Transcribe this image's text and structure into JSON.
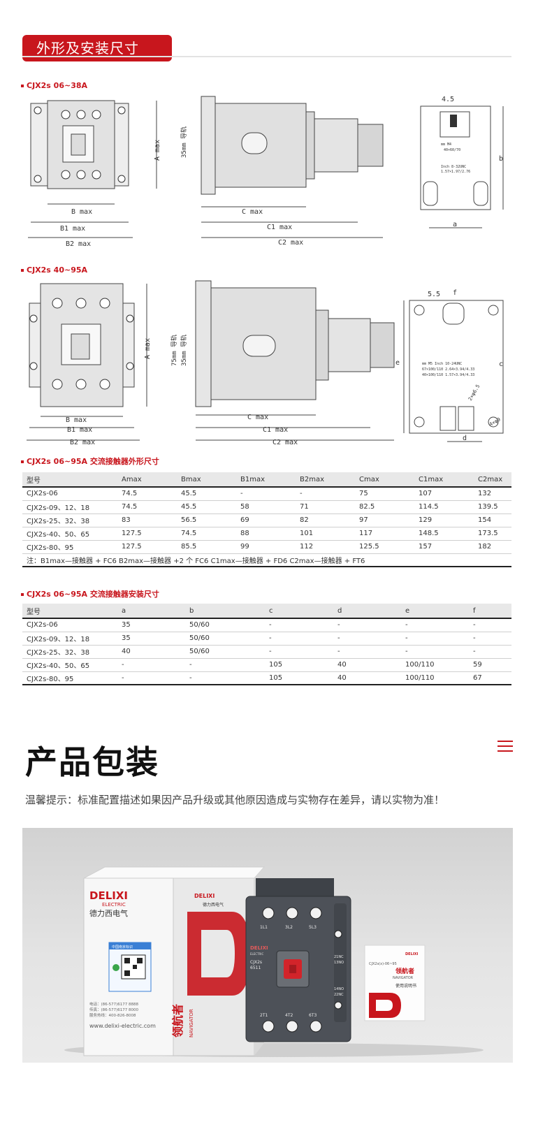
{
  "header": {
    "title": "外形及安装尺寸"
  },
  "drawings": {
    "small": {
      "label": "CJX2s 06~38A",
      "dims": {
        "a_max": "A max",
        "b_max": "B max",
        "b1_max": "B1 max",
        "b2_max": "B2 max",
        "c_max": "C max",
        "c1_max": "C1 max",
        "c2_max": "C2 max",
        "rail": "35mm 导轨",
        "d45": "4.5",
        "a": "a",
        "b": "b",
        "plate_line1": "mm        M4",
        "plate_line2": "40×60/70",
        "plate_line3": "Inch  8-32UNC",
        "plate_line4": "1.57×1.97/2.76"
      }
    },
    "large": {
      "label": "CJX2s 40~95A",
      "dims": {
        "a_max": "A max",
        "b_max": "B max",
        "b1_max": "B1 max",
        "b2_max": "B2 max",
        "c_max": "C max",
        "c1_max": "C1 max",
        "c2_max": "C2 max",
        "rail75": "75mm 导轨",
        "rail35": "35mm 导轨",
        "d55": "5.5",
        "f": "f",
        "e": "e",
        "c": "c",
        "d": "d",
        "phi": "4×φ9",
        "slot": "2×φ6.5",
        "plate_line1": "mm       M5     Inch  10-24UNC",
        "plate_line2": "67×100/110    2.64×3.94/4.33",
        "plate_line3": "40×100/110    1.57×3.94/4.33"
      }
    }
  },
  "table1": {
    "label": "CJX2s 06~95A 交流接触器外形尺寸",
    "headers": [
      "型号",
      "Amax",
      "Bmax",
      "B1max",
      "B2max",
      "Cmax",
      "C1max",
      "C2max"
    ],
    "rows": [
      [
        "CJX2s-06",
        "74.5",
        "45.5",
        "-",
        "-",
        "75",
        "107",
        "132"
      ],
      [
        "CJX2s-09、12、18",
        "74.5",
        "45.5",
        "58",
        "71",
        "82.5",
        "114.5",
        "139.5"
      ],
      [
        "CJX2s-25、32、38",
        "83",
        "56.5",
        "69",
        "82",
        "97",
        "129",
        "154"
      ],
      [
        "CJX2s-40、50、65",
        "127.5",
        "74.5",
        "88",
        "101",
        "117",
        "148.5",
        "173.5"
      ],
      [
        "CJX2s-80、95",
        "127.5",
        "85.5",
        "99",
        "112",
        "125.5",
        "157",
        "182"
      ]
    ],
    "note": "注：B1max—接触器 + FC6   B2max—接触器 +2 个 FC6   C1max—接触器 + FD6   C2max—接触器 + FT6"
  },
  "table2": {
    "label": "CJX2s 06~95A 交流接触器安装尺寸",
    "headers": [
      "型号",
      "a",
      "b",
      "c",
      "d",
      "e",
      "f"
    ],
    "rows": [
      [
        "CJX2s-06",
        "35",
        "50/60",
        "-",
        "-",
        "-",
        "-"
      ],
      [
        "CJX2s-09、12、18",
        "35",
        "50/60",
        "-",
        "-",
        "-",
        "-"
      ],
      [
        "CJX2s-25、32、38",
        "40",
        "50/60",
        "-",
        "-",
        "-",
        "-"
      ],
      [
        "CJX2s-40、50、65",
        "-",
        "-",
        "105",
        "40",
        "100/110",
        "59"
      ],
      [
        "CJX2s-80、95",
        "-",
        "-",
        "105",
        "40",
        "100/110",
        "67"
      ]
    ]
  },
  "packaging": {
    "title": "产品包装",
    "tip": "温馨提示：标准配置描述如果因产品升级或其他原因造成与实物存在差异，请以实物为准！",
    "box": {
      "brand": "DELIXI",
      "brand_sub": "ELECTRIC",
      "brand_cn": "德力西电气",
      "navigator_cn": "领航者",
      "navigator_en": "NAVIGATOR",
      "label_title": "中国南京标识",
      "phone1": "电话：(86-577)6177 8888",
      "phone2": "传真：(86-577)6177 8000",
      "phone3": "服务热线：400-826-8008",
      "website": "www.delixi-electric.com"
    },
    "contactor": {
      "brand": "DELIXI",
      "brand_sub": "ELECTRIC",
      "model": "CJX2s",
      "model_no": "6511",
      "terminals_top": [
        "1L1",
        "3L2",
        "5L3"
      ],
      "terminals_bottom": [
        "2T1",
        "4T2",
        "6T3"
      ],
      "aux_top": "21NC\n13NO",
      "aux_top_a": "21NC",
      "aux_top_b": "13NO",
      "aux_bot_a": "14NO",
      "aux_bot_b": "22NC"
    },
    "manual": {
      "brand": "DELIXI",
      "model": "CJX2s(x)-06~95",
      "navigator_cn": "领航者",
      "navigator_en": "NAVIGATOR",
      "title": "使用说明书"
    }
  }
}
